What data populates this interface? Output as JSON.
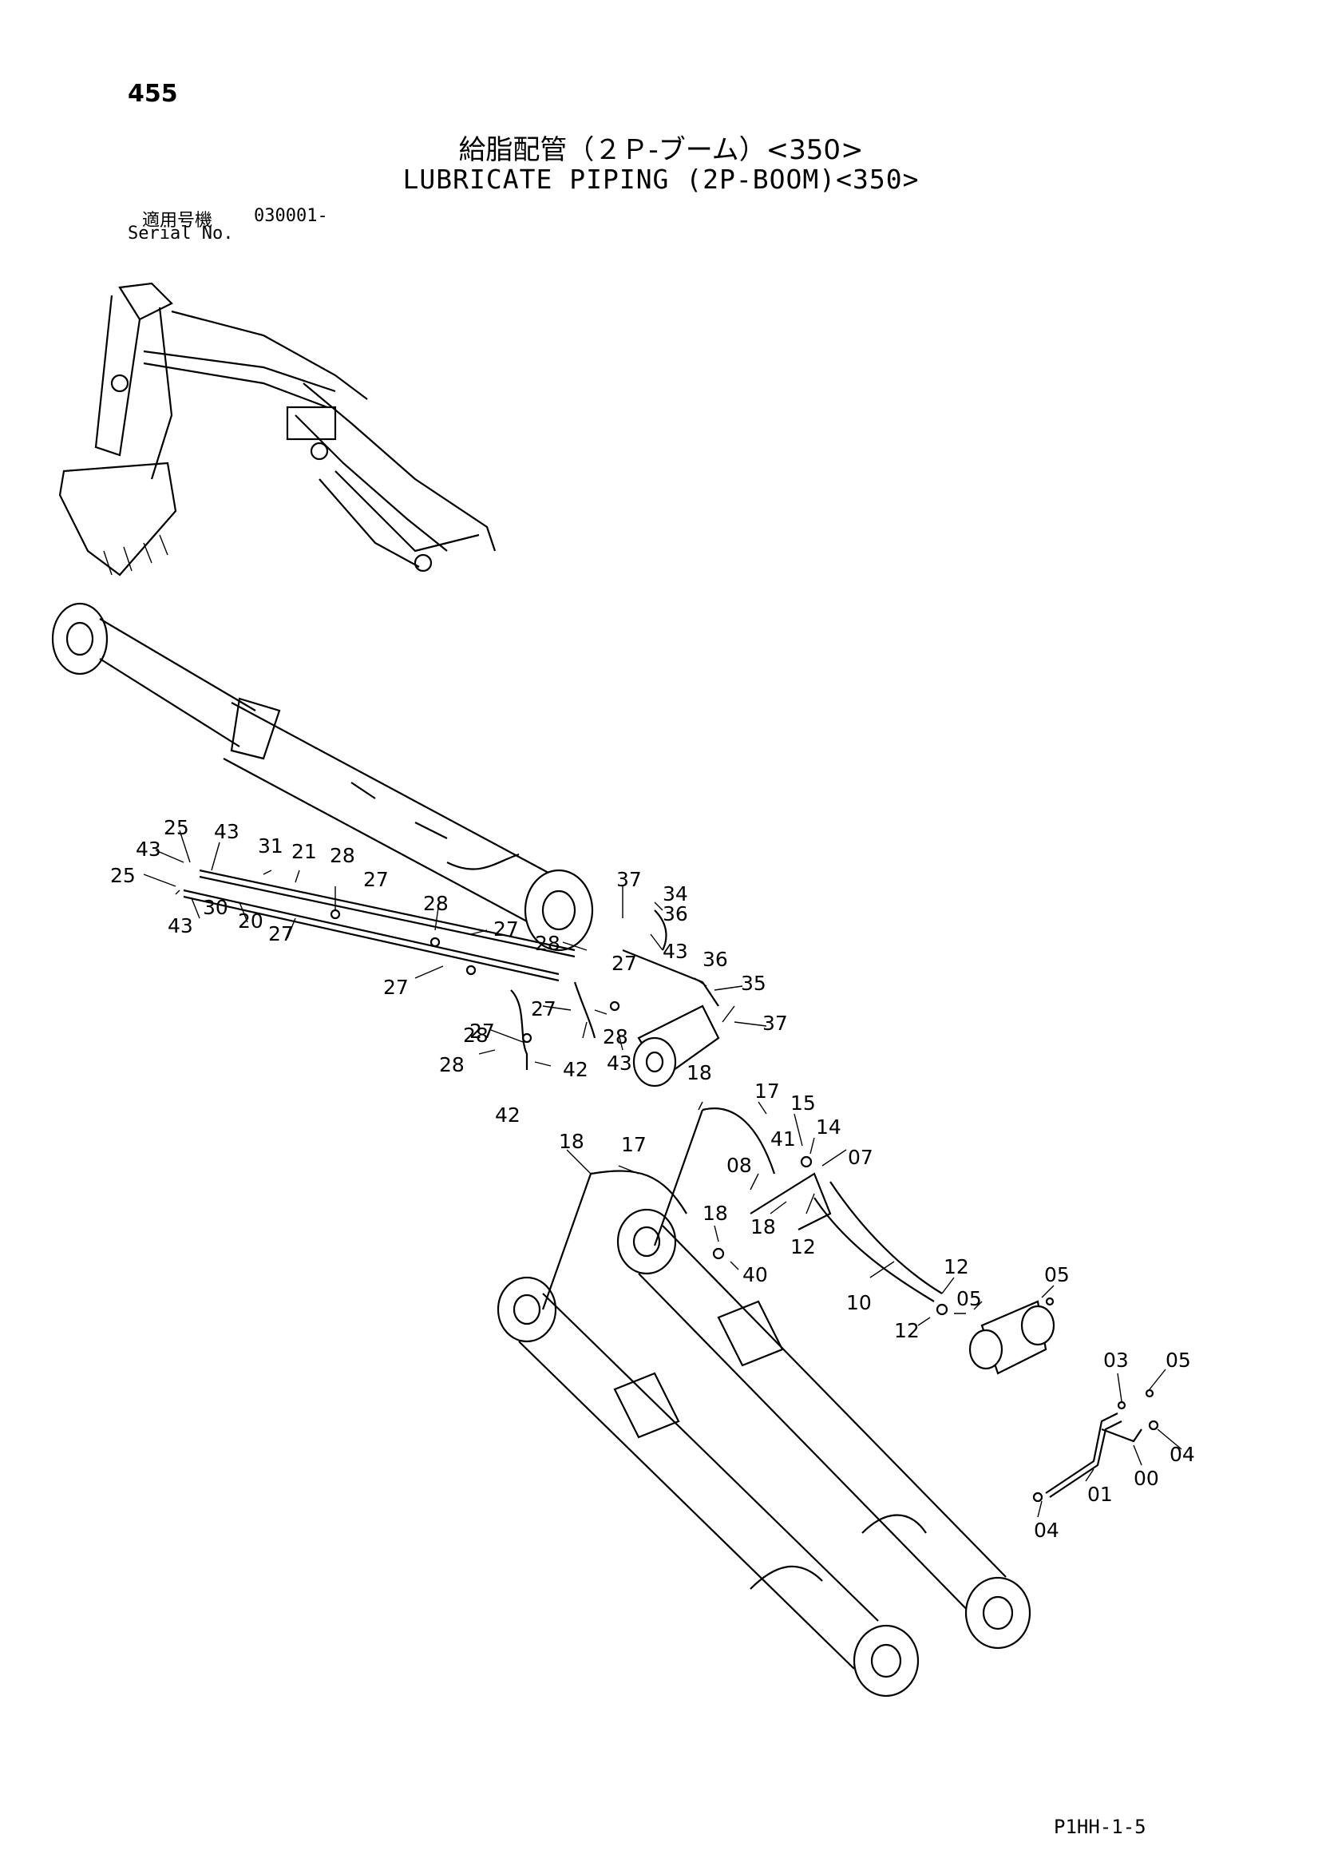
{
  "page": {
    "number": "455",
    "title_jp": "給脂配管（２Ｐ-ブーム）<350>",
    "title_en": "LUBRICATE PIPING (2P-BOOM)<350>",
    "serial_label_jp": "適用号機",
    "serial_range": "030001-",
    "serial_label_en": "Serial No.",
    "footer_code": "P1HH-1-5"
  },
  "callouts": [
    "25",
    "43",
    "31",
    "21",
    "28",
    "43",
    "25",
    "27",
    "43",
    "30",
    "20",
    "27",
    "28",
    "27",
    "28",
    "27",
    "27",
    "28",
    "27",
    "43",
    "37",
    "34",
    "36",
    "36",
    "35",
    "37",
    "42",
    "28",
    "43",
    "27",
    "28",
    "42",
    "18",
    "17",
    "15",
    "14",
    "41",
    "07",
    "08",
    "18",
    "12",
    "18",
    "17",
    "18",
    "40",
    "10",
    "12",
    "12",
    "05",
    "05",
    "03",
    "05",
    "00",
    "04",
    "01",
    "04"
  ]
}
